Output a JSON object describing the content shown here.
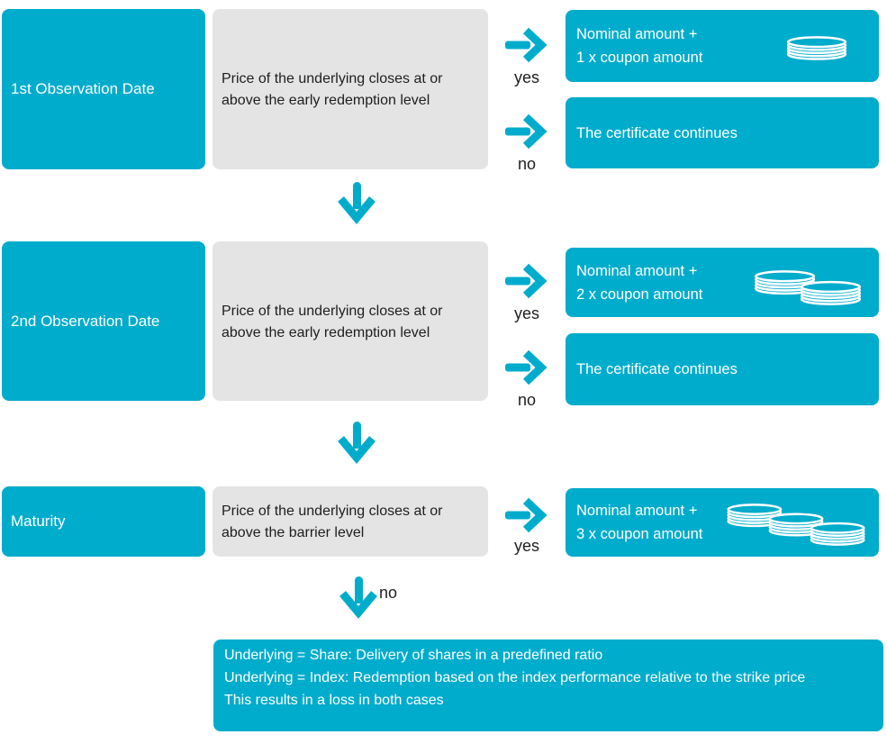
{
  "colors": {
    "teal": "#00ACCC",
    "gray": "#E4E4E4",
    "ink": "#1E1E1E",
    "white": "#FFFFFF"
  },
  "rows": [
    {
      "label": "1st Observation Date",
      "condition": "Price of the underlying closes at or above the early redemption level",
      "yes": {
        "label": "yes",
        "result_line1": "Nominal amount +",
        "result_line2": "1 x coupon amount",
        "icon": "coin-stack-1"
      },
      "no": {
        "label": "no",
        "result": "The certificate continues"
      }
    },
    {
      "label": "2nd Observation Date",
      "condition": "Price of the underlying closes at or above the early redemption level",
      "yes": {
        "label": "yes",
        "result_line1": "Nominal amount +",
        "result_line2": "2 x coupon amount",
        "icon": "coin-stack-2"
      },
      "no": {
        "label": "no",
        "result": "The certificate continues"
      }
    },
    {
      "label": "Maturity",
      "condition": "Price of the underlying closes at or above the barrier level",
      "yes": {
        "label": "yes",
        "result_line1": "Nominal amount +",
        "result_line2": "3 x coupon amount",
        "icon": "coin-stack-3"
      },
      "no": {
        "label": "no"
      }
    }
  ],
  "final_box": {
    "lines": [
      "Underlying = Share: Delivery of shares in a predefined ratio",
      "Underlying = Index: Redemption based on the index performance relative to the strike price",
      "This results in a loss in both cases"
    ]
  }
}
